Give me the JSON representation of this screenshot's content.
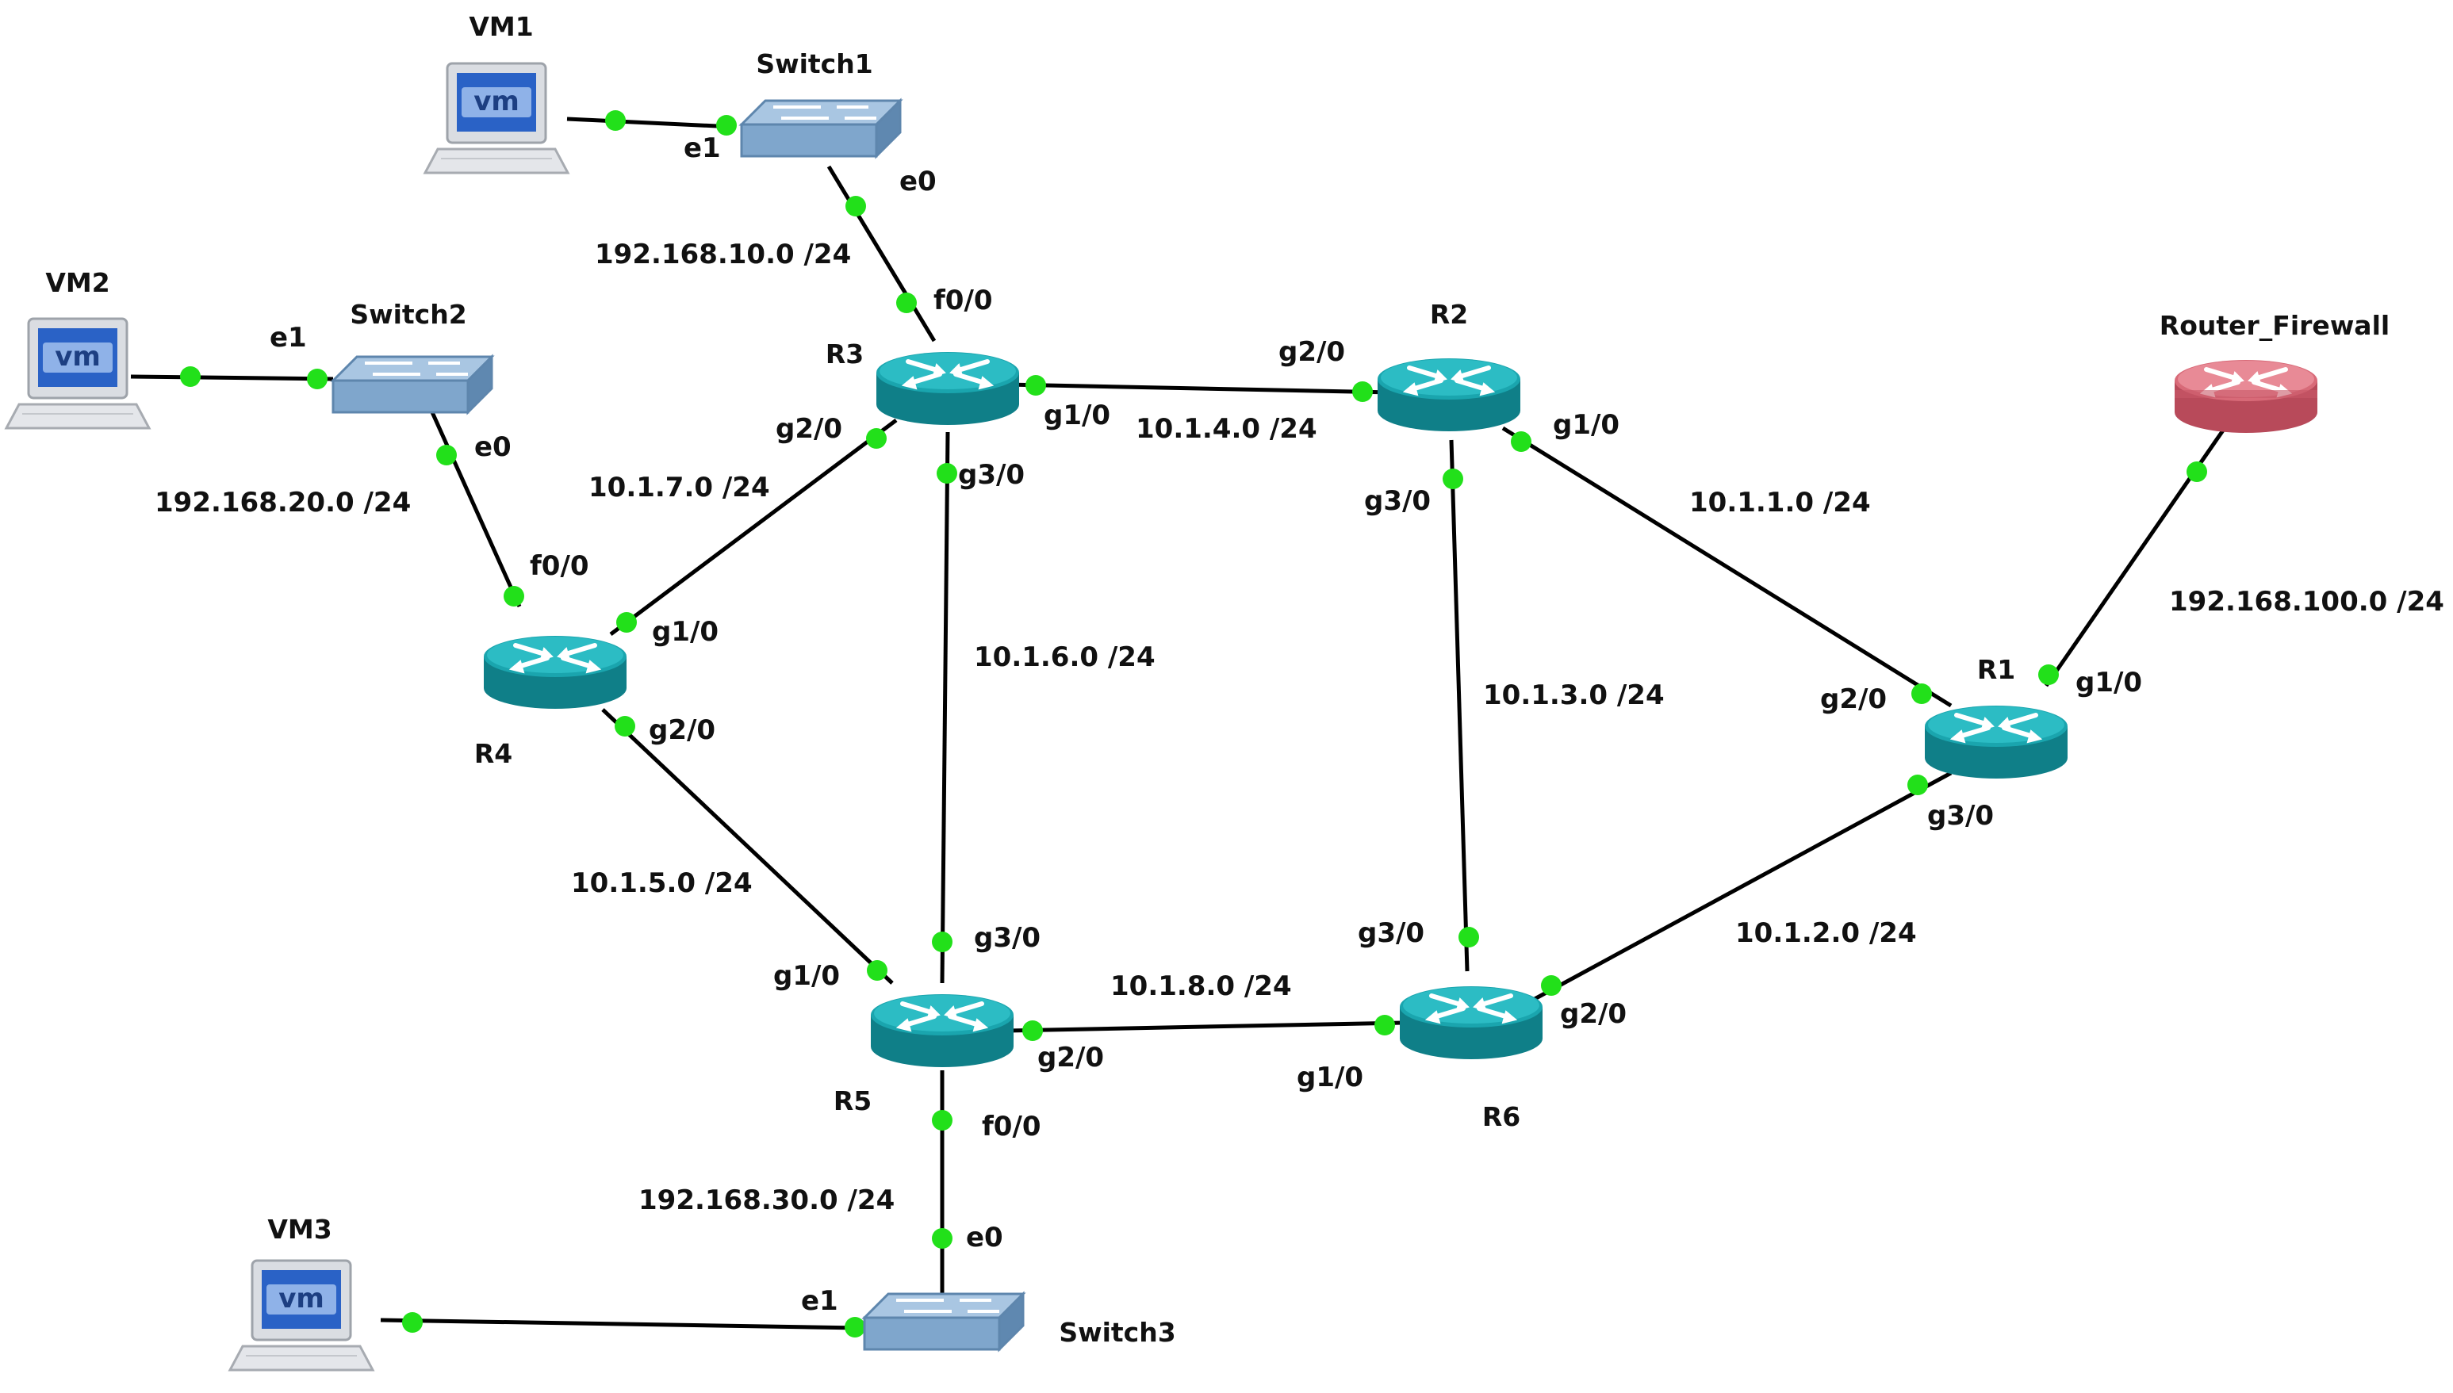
{
  "colors": {
    "link": "#000000",
    "port_dot": "#22e01a",
    "router": "#1aa5ae",
    "router_dark": "#0f7f88",
    "firewall": "#d86a78",
    "firewall_dark": "#b84a5a",
    "switch": "#7fa6cc",
    "vm_screen": "#2a62c6"
  },
  "nodes": {
    "vm1": {
      "name": "VM1",
      "icon": "vm-workstation-icon"
    },
    "vm2": {
      "name": "VM2",
      "icon": "vm-workstation-icon"
    },
    "vm3": {
      "name": "VM3",
      "icon": "vm-workstation-icon"
    },
    "switch1": {
      "name": "Switch1",
      "icon": "ethernet-switch-icon"
    },
    "switch2": {
      "name": "Switch2",
      "icon": "ethernet-switch-icon"
    },
    "switch3": {
      "name": "Switch3",
      "icon": "ethernet-switch-icon"
    },
    "r1": {
      "name": "R1",
      "icon": "router-icon"
    },
    "r2": {
      "name": "R2",
      "icon": "router-icon"
    },
    "r3": {
      "name": "R3",
      "icon": "router-icon"
    },
    "r4": {
      "name": "R4",
      "icon": "router-icon"
    },
    "r5": {
      "name": "R5",
      "icon": "router-icon"
    },
    "r6": {
      "name": "R6",
      "icon": "router-icon"
    },
    "firewall": {
      "name": "Router_Firewall",
      "icon": "firewall-router-icon"
    }
  },
  "links": [
    {
      "id": "vm1-sw1",
      "a_port": "",
      "b_port": "e1",
      "subnet": ""
    },
    {
      "id": "sw1-r3",
      "a_port": "e0",
      "b_port": "f0/0",
      "subnet": "192.168.10.0 /24"
    },
    {
      "id": "vm2-sw2",
      "a_port": "",
      "b_port": "e1",
      "subnet": ""
    },
    {
      "id": "sw2-r4",
      "a_port": "e0",
      "b_port": "f0/0",
      "subnet": "192.168.20.0 /24"
    },
    {
      "id": "r3-r2",
      "a_port": "g1/0",
      "b_port": "g2/0",
      "subnet": "10.1.4.0 /24"
    },
    {
      "id": "r3-r4",
      "a_port": "g2/0",
      "b_port": "g1/0",
      "subnet": "10.1.7.0 /24"
    },
    {
      "id": "r3-r5",
      "a_port": "g3/0",
      "b_port": "g3/0",
      "subnet": "10.1.6.0 /24"
    },
    {
      "id": "r2-r1",
      "a_port": "g1/0",
      "b_port": "g2/0",
      "subnet": "10.1.1.0 /24"
    },
    {
      "id": "r2-r6",
      "a_port": "g3/0",
      "b_port": "g3/0",
      "subnet": "10.1.3.0 /24"
    },
    {
      "id": "fw-r1",
      "a_port": "",
      "b_port": "g1/0",
      "subnet": "192.168.100.0 /24"
    },
    {
      "id": "r4-r5",
      "a_port": "g2/0",
      "b_port": "g1/0",
      "subnet": "10.1.5.0 /24"
    },
    {
      "id": "r5-r6",
      "a_port": "g2/0",
      "b_port": "g1/0",
      "subnet": "10.1.8.0 /24"
    },
    {
      "id": "r6-r1",
      "a_port": "g2/0",
      "b_port": "g3/0",
      "subnet": "10.1.2.0 /24"
    },
    {
      "id": "r5-sw3",
      "a_port": "f0/0",
      "b_port": "e0",
      "subnet": "192.168.30.0 /24"
    },
    {
      "id": "vm3-sw3",
      "a_port": "",
      "b_port": "e1",
      "subnet": ""
    }
  ]
}
